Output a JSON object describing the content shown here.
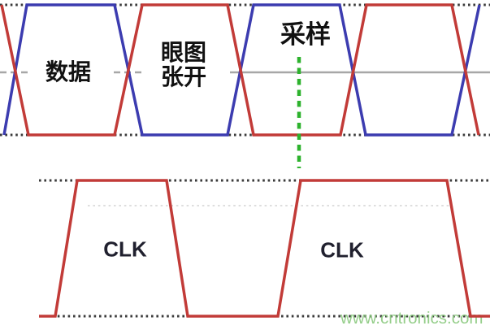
{
  "colors": {
    "trace_red": "#c23b38",
    "trace_blue": "#3c3cb0",
    "sampling_green": "#2db22d",
    "midline_gray": "#a7a7a7",
    "dotted_line_dark": "#3b3b3b",
    "clk_text": "#20202e",
    "watermark_green": "#8cca80"
  },
  "eye_panel": {
    "label_data": "数据",
    "label_eye_open": "眼图\n张开",
    "label_sampling": "采样"
  },
  "clock_panel": {
    "clk_label_1": "CLK",
    "clk_label_2": "CLK"
  },
  "watermark_text": "www.cntronics.com"
}
